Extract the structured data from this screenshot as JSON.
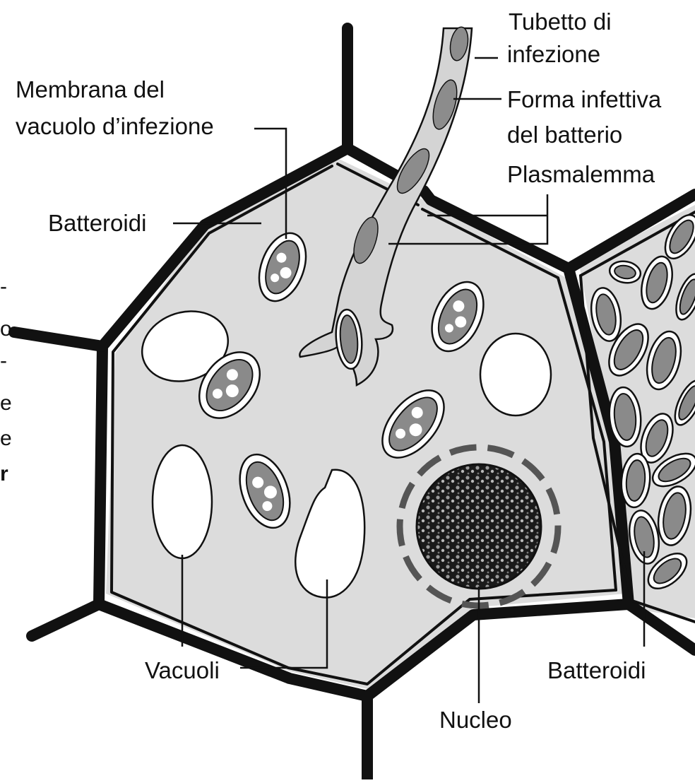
{
  "labels": {
    "tubetto_line1": "Tubetto di",
    "tubetto_line2": "infezione",
    "membrana_line1": "Membrana del",
    "membrana_line2": "vacuolo d’infezione",
    "forma_line1": "Forma infettiva",
    "forma_line2": "del batterio",
    "plasmalemma": "Plasmalemma",
    "batteroidi_left": "Batteroidi",
    "vacuoli": "Vacuoli",
    "nucleo": "Nucleo",
    "batteroidi_right": "Batteroidi"
  },
  "edge_text": [
    "-",
    "o",
    "-",
    "e",
    "e",
    "r"
  ],
  "colors": {
    "ink": "#111111",
    "cytoplasm": "#dcdcdc",
    "bacteroid_fill": "#8a8a8a",
    "nucleus": "#1a1a1a"
  }
}
